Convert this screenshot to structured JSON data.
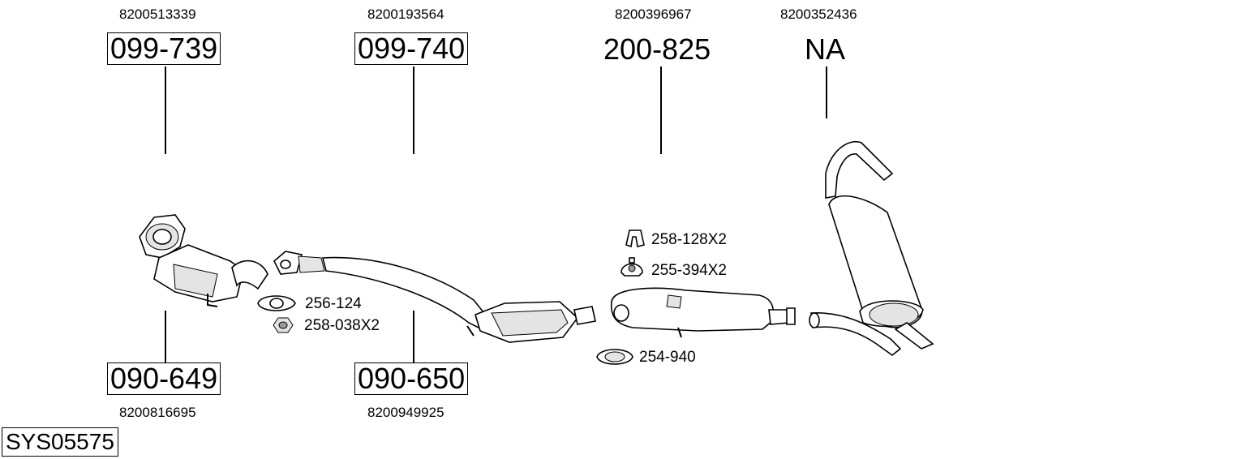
{
  "parts": {
    "p1_top": {
      "oem": "8200513339",
      "code": "099-739"
    },
    "p2_top": {
      "oem": "8200193564",
      "code": "099-740"
    },
    "p3_top": {
      "oem": "8200396967",
      "code": "200-825"
    },
    "p4_top": {
      "oem": "8200352436",
      "code": "NA"
    },
    "p1_bottom": {
      "code": "090-649",
      "oem": "8200816695"
    },
    "p2_bottom": {
      "code": "090-650",
      "oem": "8200949925"
    }
  },
  "accessories": {
    "gasket": "256-124",
    "nut": "258-038X2",
    "hanger_bracket": "258-128X2",
    "rubber_mount": "255-394X2",
    "clamp": "254-940"
  },
  "system_code": "SYS05575"
}
